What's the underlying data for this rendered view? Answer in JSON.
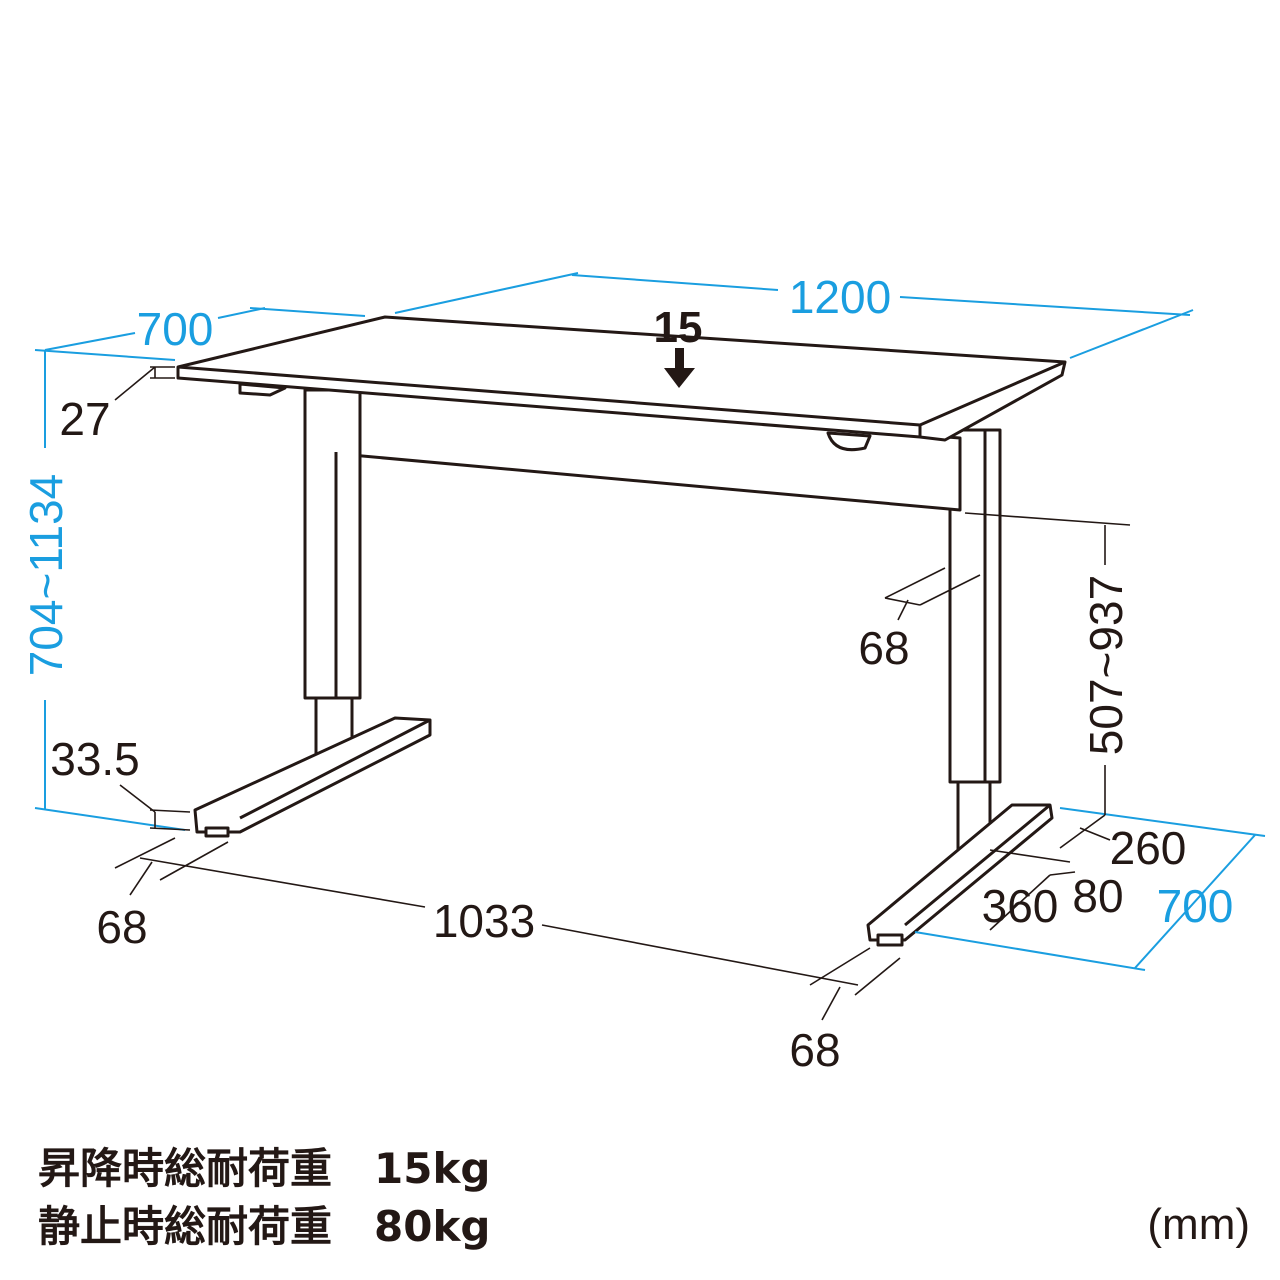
{
  "dimensions": {
    "width": "1200",
    "depth_top": "700",
    "depth_base": "700",
    "height_range": "704~1134",
    "top_thickness": "27",
    "leg_height_range": "507~937",
    "leg_width": "68",
    "foot_left_width": "68",
    "foot_right_width": "68",
    "foot_height": "33.5",
    "foot_span": "1033",
    "foot_260": "260",
    "foot_80": "80",
    "foot_360": "360",
    "load_point": "15"
  },
  "notes": {
    "lifting_load": "昇降時総耐荷重　15kg",
    "static_load": "静止時総耐荷重　80kg",
    "unit": "(mm)"
  },
  "colors": {
    "line": "#231815",
    "dimension": "#1a9ee0"
  }
}
